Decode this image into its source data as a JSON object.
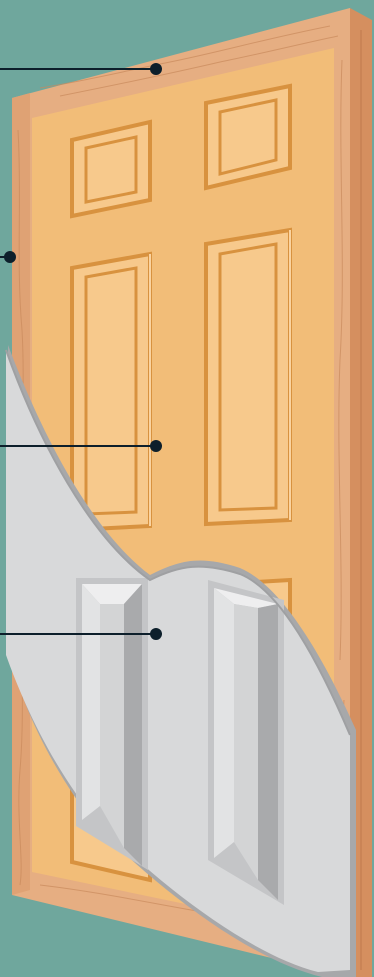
{
  "diagram": {
    "subject": "cutaway-door",
    "callouts": [
      {
        "id": "frame"
      },
      {
        "id": "edge"
      },
      {
        "id": "veneer-skin"
      },
      {
        "id": "core-panels"
      }
    ]
  },
  "colors": {
    "background": "#6fa79d",
    "frame_wood": "#e6ae82",
    "frame_side": "#d58f5f",
    "face": "#f2bd78",
    "panel_groove": "#d8923f",
    "panel_highlight": "#fad3a0",
    "core_light": "#d8d9da",
    "core_mid": "#c4c5c7",
    "core_dark": "#a7a8aa",
    "leader": "#0d1f2b"
  }
}
